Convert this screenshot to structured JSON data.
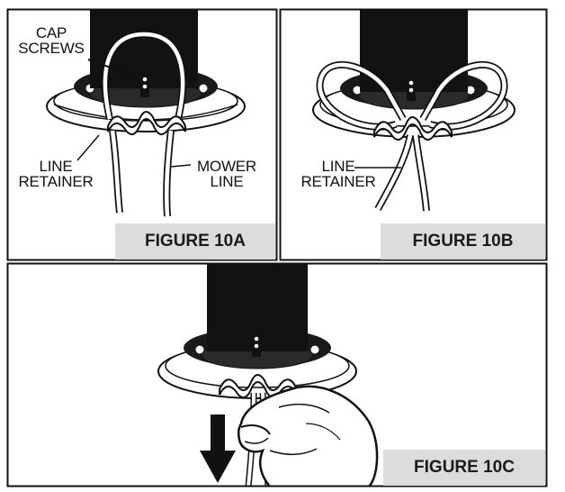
{
  "panels": {
    "a": {
      "caption": "FIGURE 10A",
      "label_cap_line1": "CAP",
      "label_cap_line2": "SCREWS",
      "label_retainer_line1": "LINE",
      "label_retainer_line2": "RETAINER",
      "label_mower_line1": "MOWER",
      "label_mower_line2": "LINE"
    },
    "b": {
      "caption": "FIGURE 10B",
      "label_retainer_line1": "LINE",
      "label_retainer_line2": "RETAINER"
    },
    "c": {
      "caption": "FIGURE 10C"
    }
  },
  "colors": {
    "frame": "#111111",
    "shaft": "#121212",
    "caption_bg": "#dcdcdc",
    "line_fill": "#ffffff"
  }
}
